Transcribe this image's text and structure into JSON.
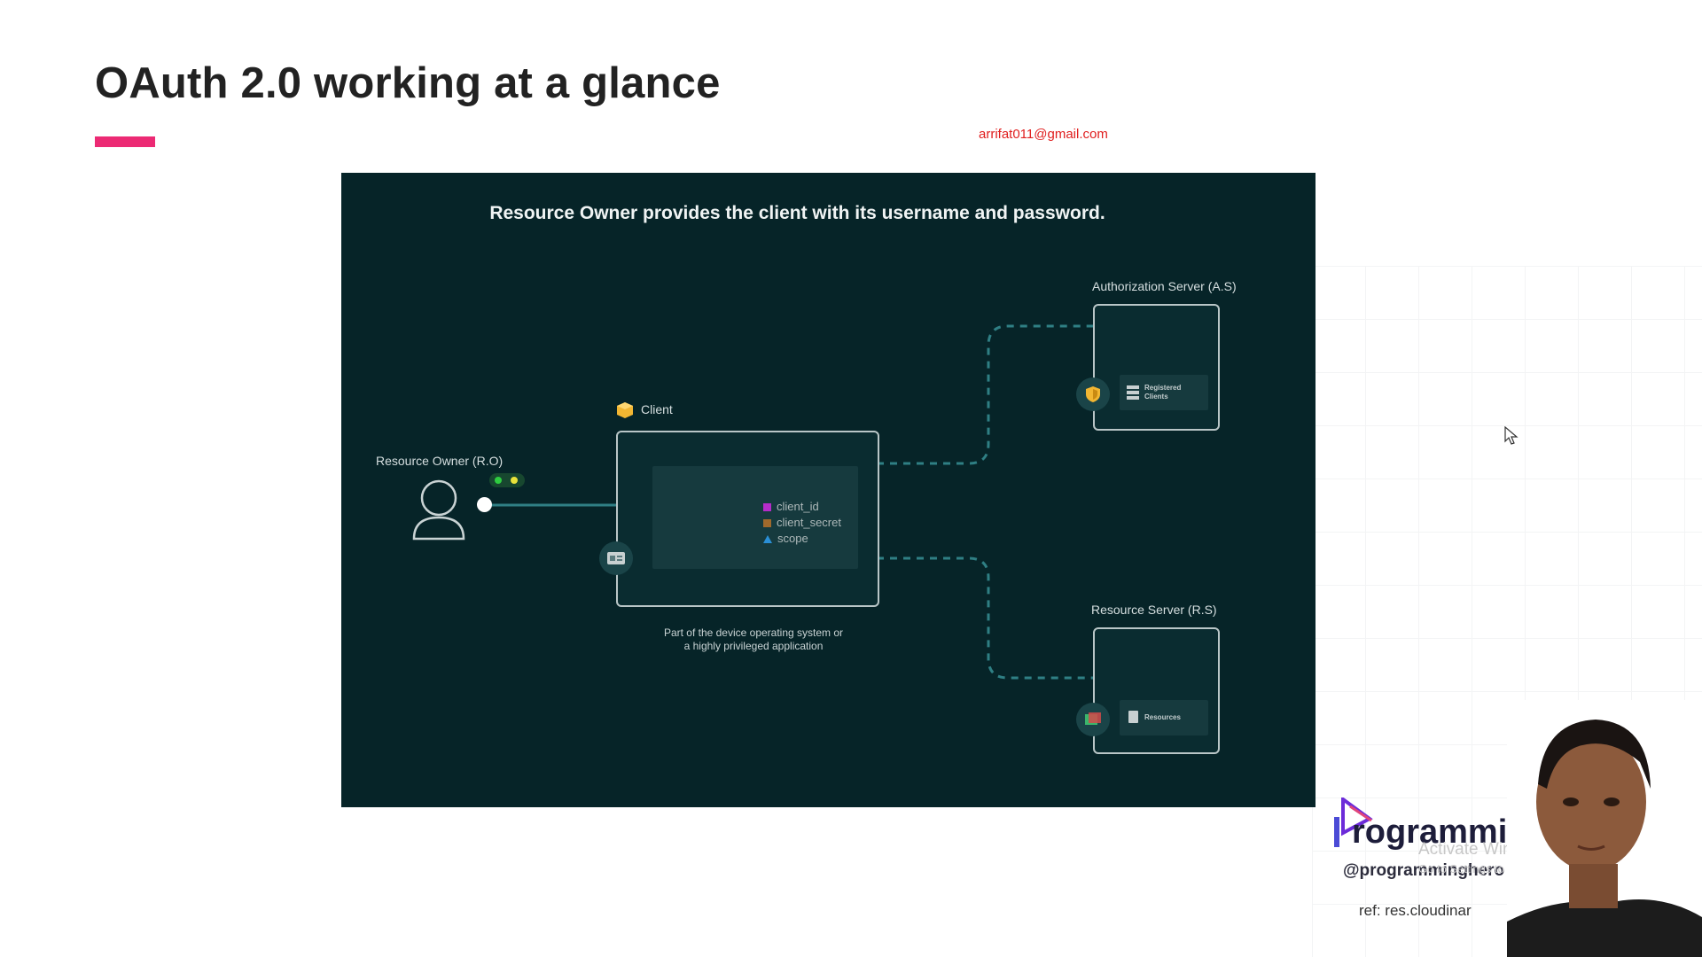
{
  "slide": {
    "title": "OAuth 2.0 working at a glance",
    "email": "arrifat011@gmail.com",
    "accent_color": "#ec2a74"
  },
  "diagram": {
    "caption": "Resource Owner provides the client with its username and password.",
    "resource_owner_label": "Resource Owner (R.O)",
    "client_label": "Client",
    "client_credentials": [
      "client_id",
      "client_secret",
      "scope"
    ],
    "client_note_line1": "Part of the device operating system or",
    "client_note_line2": "a highly privileged application",
    "auth_server_label": "Authorization Server (A.S)",
    "auth_server_chip_line1": "Registered",
    "auth_server_chip_line2": "Clients",
    "resource_server_label": "Resource Server (R.S)",
    "resource_server_chip": "Resources",
    "background_color": "#062428"
  },
  "branding": {
    "logo_text": "rogrammi",
    "handle": "@programminghero",
    "ref": "ref: res.cloudinar"
  },
  "watermark": {
    "line1": "Activate Windows",
    "line2": "Go to Settings to activate Windows."
  },
  "icons": [
    "cube-icon",
    "user-icon",
    "shield-icon",
    "server-icon",
    "document-icon",
    "id-card-icon",
    "cursor-icon"
  ]
}
